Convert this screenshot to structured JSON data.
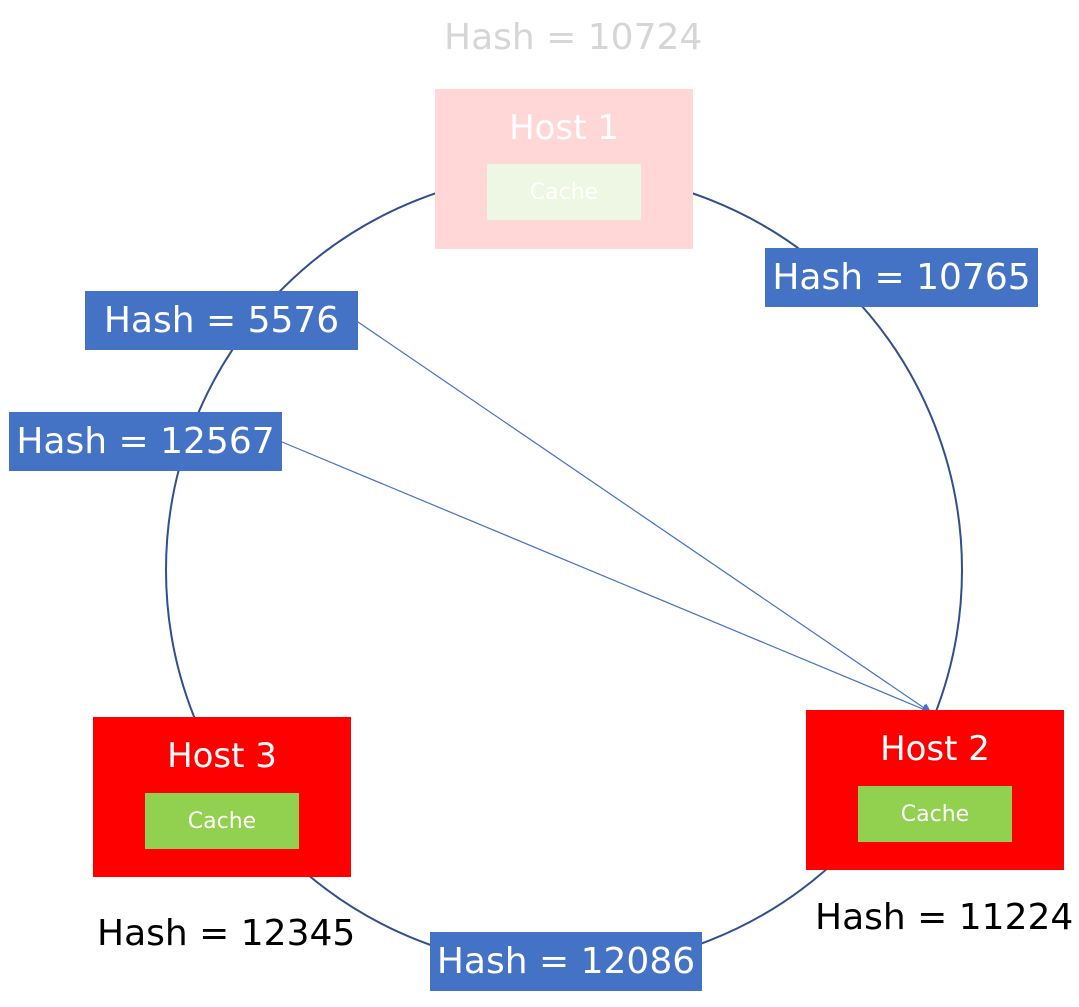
{
  "colors": {
    "ring": "#2F4F8F",
    "hash_box": "#4472C4",
    "host_active": "#FF0000",
    "host_faded": "#FFD7D7",
    "cache_active": "#92D050",
    "cache_faded": "#EEF6E4",
    "faded_text": "#D6D6D6",
    "pointer": "#4472C4"
  },
  "hosts": {
    "host1": {
      "title": "Host 1",
      "cache": "Cache",
      "hash": "Hash = 10724",
      "state": "faded"
    },
    "host2": {
      "title": "Host 2",
      "cache": "Cache",
      "hash": "Hash = 11224",
      "state": "active"
    },
    "host3": {
      "title": "Host 3",
      "cache": "Cache",
      "hash": "Hash = 12345",
      "state": "active"
    }
  },
  "request_hashes": {
    "h10765": "Hash = 10765",
    "h5576": "Hash = 5576",
    "h12567": "Hash = 12567",
    "h12086": "Hash = 12086"
  }
}
